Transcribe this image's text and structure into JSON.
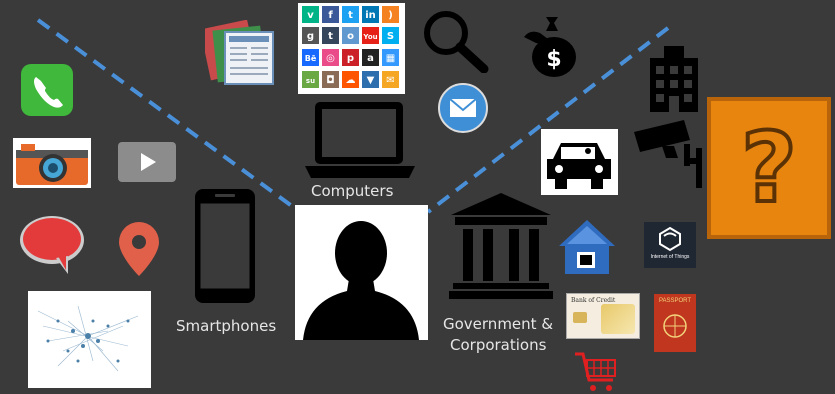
{
  "labels": {
    "computers": "Computers",
    "smartphones": "Smartphones",
    "gov_line1": "Government &",
    "gov_line2": "Corporations",
    "bank_card": "Bank of Credit",
    "passport": "PASSPORT",
    "iot": "Internet of Things",
    "question": "?"
  },
  "social_icons": [
    "vine",
    "facebook",
    "twitter",
    "linkedin",
    "rss",
    "google",
    "tumblr",
    "reddit",
    "youtube",
    "skype",
    "behance",
    "dribbble",
    "pinterest",
    "amazon",
    "delicious",
    "stumbleupon",
    "instagram",
    "soundcloud",
    "thumbs",
    "mail"
  ],
  "colors": {
    "background": "#3a3a3a",
    "dashed_line": "#4a90d9",
    "question_box": "#e8850f"
  }
}
